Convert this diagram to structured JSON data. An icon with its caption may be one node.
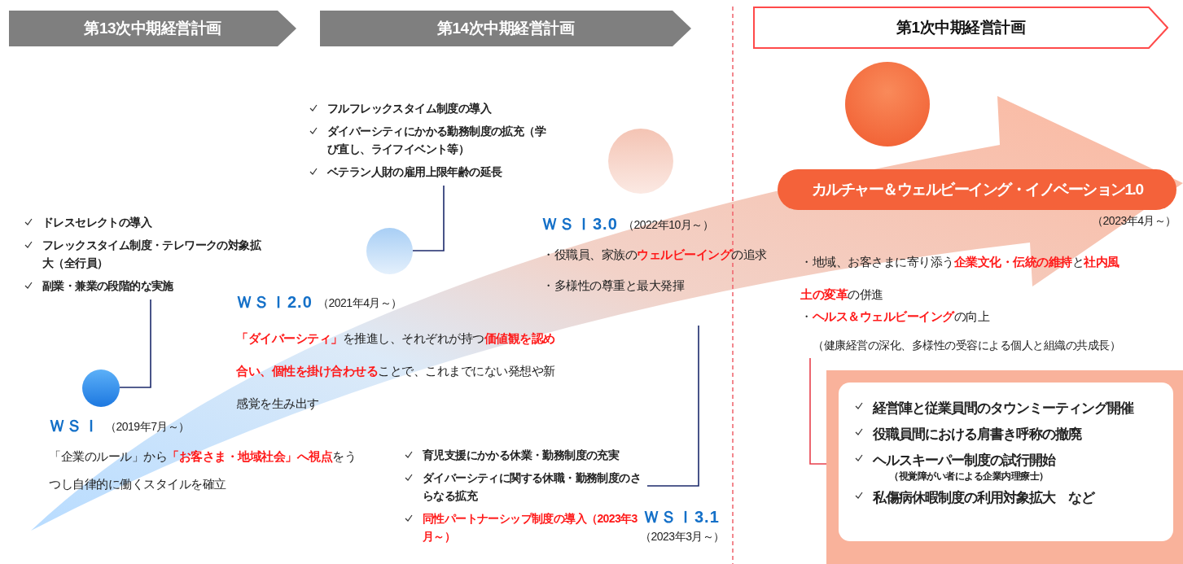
{
  "diagram": {
    "nodes": [
      {
        "text": [
          "第13次中期経営計画"
        ]
      },
      {
        "text": [
          "第14次中期経営計画"
        ]
      },
      {
        "text": [
          "第1次中期経営計画"
        ]
      },
      {
        "text": [
          "フルフレックスタイム制度の導入",
          "ダイバーシティにかかる勤務制度の拡充（学び直し、ライフイベント等）",
          "ベテラン人財の雇用上限年齢の延長"
        ]
      },
      {
        "text": [],
        "shape": "circle"
      },
      {
        "text": [],
        "shape": "circle"
      },
      {
        "text": [
          "カルチャー＆ウェルビーイング・イノベーション1.0"
        ],
        "beside": [
          "（2023年4月～）"
        ]
      },
      {
        "text": [
          "ドレスセレクトの導入",
          "フレックスタイム制度・テレワークの対象拡大（全行員）",
          "副業・兼業の段階的な実施"
        ]
      },
      {
        "text": [],
        "shape": "circle"
      },
      {
        "text": [
          "経営陣と従業員間のタウンミーティング開催",
          "役職員間における肩書き呼称の撤廃",
          "ヘルスキーパー制度の試行開始",
          "（視覚障がい者による企業内理療士）",
          "私傷病休暇制度の利用対象拡大　など"
        ]
      },
      {
        "text": [],
        "shape": "circle"
      },
      {
        "text": [
          "育児支援にかかる休業・勤務制度の充実",
          "ダイバーシティに関する休職・勤務制度のさらなる拡充",
          "**同性パートナーシップ制度の導入（2023年3月～）**"
        ]
      }
    ],
    "edges": [
      {
        "from": 10,
        "to": 7,
        "arrow": "none"
      },
      {
        "from": 8,
        "to": 3,
        "arrow": "none"
      },
      {
        "from": 11,
        "to": null,
        "arrow": "none"
      },
      {
        "from": 9,
        "to": null,
        "arrow": "none",
        "color": "#e8404c"
      }
    ],
    "labels": [
      "ＷＳＩ3.0",
      "（2022年10月～）",
      "・役職員、家族の**ウェルビーイング**の追求",
      "・多様性の尊重と最大発揮",
      "・地域、お客さまに寄り添う**企業文化・伝統の維持**と**社内風土の変革**の併進",
      "・**ヘルス＆ウェルビーイング**の向上",
      "（健康経営の深化、多様性の受容による個人と組織の共成長）",
      "ＷＳＩ2.0",
      "（2021年4月～）",
      "**「ダイバーシティ」**を推進し、それぞれが持つ**価値観を認め合い、個性を掛け合わせる**ことで、これまでにない発想や新感覚を生み出す",
      "ＷＳＩ",
      "（2019年7月～）",
      "「企業のルール」から**「お客さま・地域社会」へ視点**をうつし自律的に働くスタイルを確立",
      "ＷＳＩ3.1",
      "（2023年3月～）"
    ]
  }
}
